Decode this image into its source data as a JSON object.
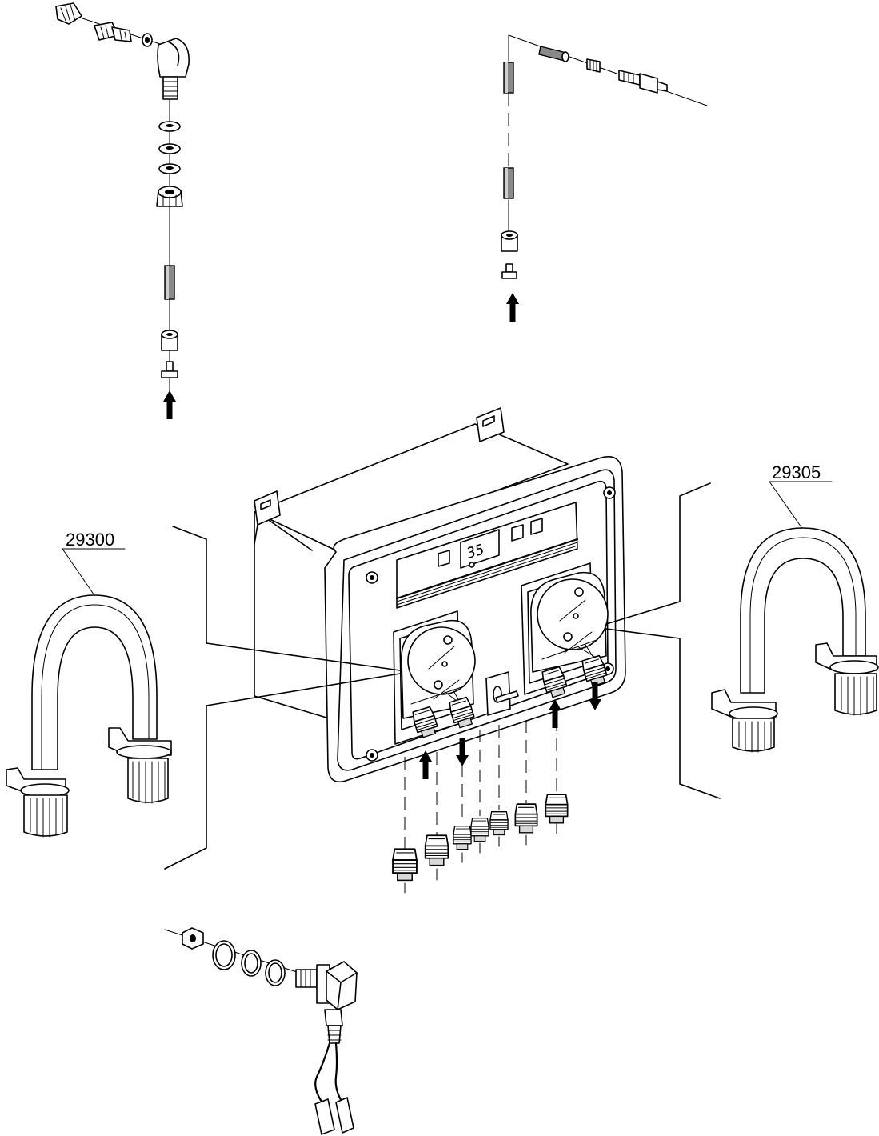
{
  "labels": {
    "part_left": "29300",
    "part_right": "29305",
    "display_value": "35"
  }
}
